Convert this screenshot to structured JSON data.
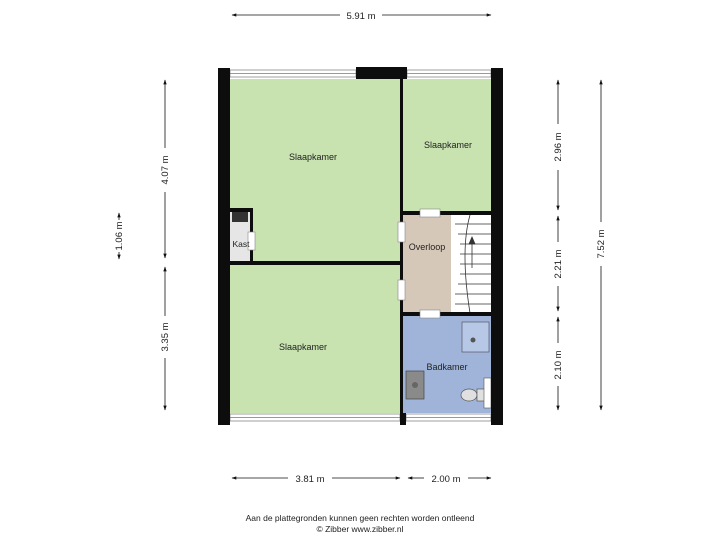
{
  "rooms": {
    "bedroom_top_left": "Slaapkamer",
    "bedroom_top_right": "Slaapkamer",
    "bedroom_bottom_left": "Slaapkamer",
    "closet": "Kast",
    "landing": "Overloop",
    "bathroom": "Badkamer"
  },
  "dimensions": {
    "top_width": "5.91 m",
    "left_upper": "4.07 m",
    "left_closet": "1.06 m",
    "left_lower": "3.35 m",
    "right_upper": "2.96 m",
    "right_middle": "2.21 m",
    "right_lower": "2.10 m",
    "right_total": "7.52 m",
    "bottom_left": "3.81 m",
    "bottom_right": "2.00 m"
  },
  "footer": {
    "disclaimer": "Aan de plattegronden kunnen geen rechten worden ontleend",
    "credit": "© Zibber www.zibber.nl"
  },
  "colors": {
    "bedroom": "#c8e2b0",
    "landing": "#d6c8b8",
    "bathroom": "#9fb4d8",
    "wall": "#0d0d0d"
  }
}
